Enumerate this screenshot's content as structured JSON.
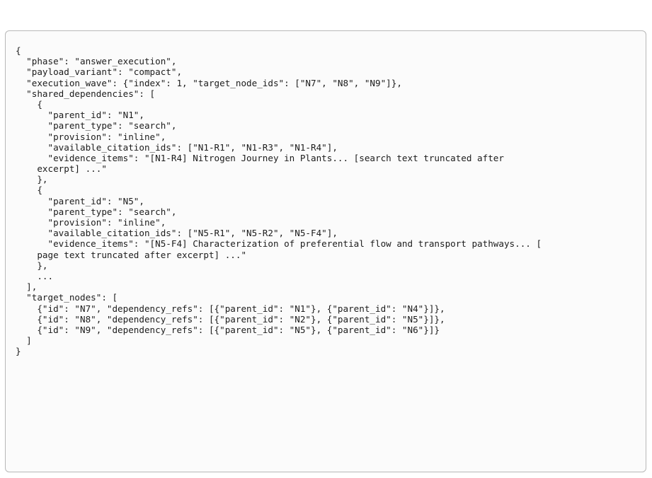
{
  "code": {
    "lines": [
      "{",
      "  \"phase\": \"answer_execution\",",
      "  \"payload_variant\": \"compact\",",
      "  \"execution_wave\": {\"index\": 1, \"target_node_ids\": [\"N7\", \"N8\", \"N9\"]},",
      "  \"shared_dependencies\": [",
      "    {",
      "      \"parent_id\": \"N1\",",
      "      \"parent_type\": \"search\",",
      "      \"provision\": \"inline\",",
      "      \"available_citation_ids\": [\"N1-R1\", \"N1-R3\", \"N1-R4\"],",
      "      \"evidence_items\": \"[N1-R4] Nitrogen Journey in Plants... [search text truncated after",
      "    excerpt] ...\"",
      "    },",
      "    {",
      "      \"parent_id\": \"N5\",",
      "      \"parent_type\": \"search\",",
      "      \"provision\": \"inline\",",
      "      \"available_citation_ids\": [\"N5-R1\", \"N5-R2\", \"N5-F4\"],",
      "      \"evidence_items\": \"[N5-F4] Characterization of preferential flow and transport pathways... [",
      "    page text truncated after excerpt] ...\"",
      "    },",
      "    ...",
      "  ],",
      "  \"target_nodes\": [",
      "    {\"id\": \"N7\", \"dependency_refs\": [{\"parent_id\": \"N1\"}, {\"parent_id\": \"N4\"}]},",
      "    {\"id\": \"N8\", \"dependency_refs\": [{\"parent_id\": \"N2\"}, {\"parent_id\": \"N5\"}]},",
      "    {\"id\": \"N9\", \"dependency_refs\": [{\"parent_id\": \"N5\"}, {\"parent_id\": \"N6\"}]}",
      "  ]",
      "}"
    ]
  }
}
